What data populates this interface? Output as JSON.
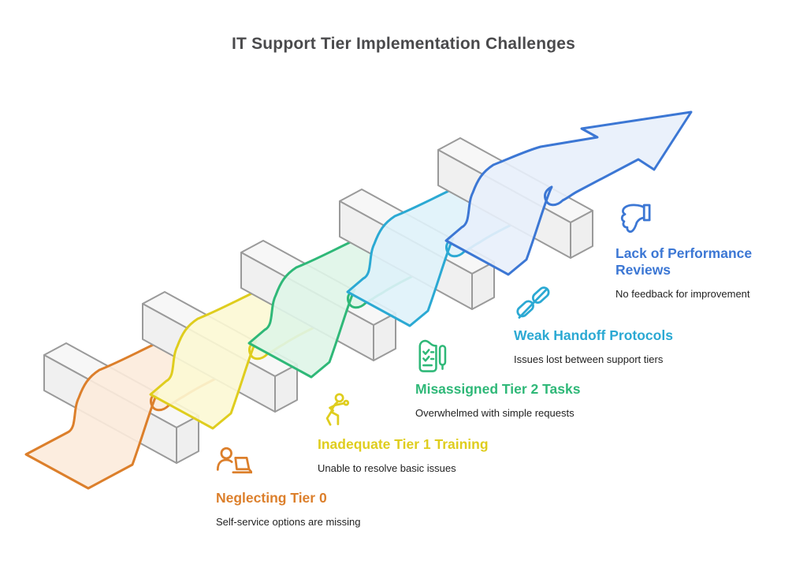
{
  "title": {
    "text": "IT Support Tier Implementation Challenges",
    "color": "#4A4A4C"
  },
  "text_color": "#1F1F1F",
  "background": "#FFFFFF",
  "scene": {
    "description": "ribbon weaving over five hurdles toward an ascending arrow",
    "hurdle": {
      "top": "#F7F7F7",
      "front": "#F0F0F0",
      "end": "#EFEFEF",
      "stroke": "#9A9A9A"
    },
    "arrow_direction": "up-right"
  },
  "items": [
    {
      "label": "Neglecting Tier 0",
      "description": "Self-service options are missing",
      "color": "#DC7F2B",
      "fill": "#FCEBDC",
      "icon": "person-laptop-icon"
    },
    {
      "label": "Inadequate Tier 1 Training",
      "description": "Unable to resolve basic issues",
      "color": "#DFCD1E",
      "fill": "#FCF8D4",
      "icon": "runner-icon"
    },
    {
      "label": "Misassigned Tier 2 Tasks",
      "description": "Overwhelmed with simple requests",
      "color": "#2FB878",
      "fill": "#DFF5E8",
      "icon": "checklist-icon"
    },
    {
      "label": "Weak Handoff Protocols",
      "description": "Issues lost between support tiers",
      "color": "#2BA9D3",
      "fill": "#DFF2FA",
      "icon": "knot-icon"
    },
    {
      "label": "Lack of Performance Reviews",
      "description": "No feedback for improvement",
      "color": "#3C77D4",
      "fill": "#E8EFFB",
      "icon": "thumbs-down-icon"
    }
  ]
}
